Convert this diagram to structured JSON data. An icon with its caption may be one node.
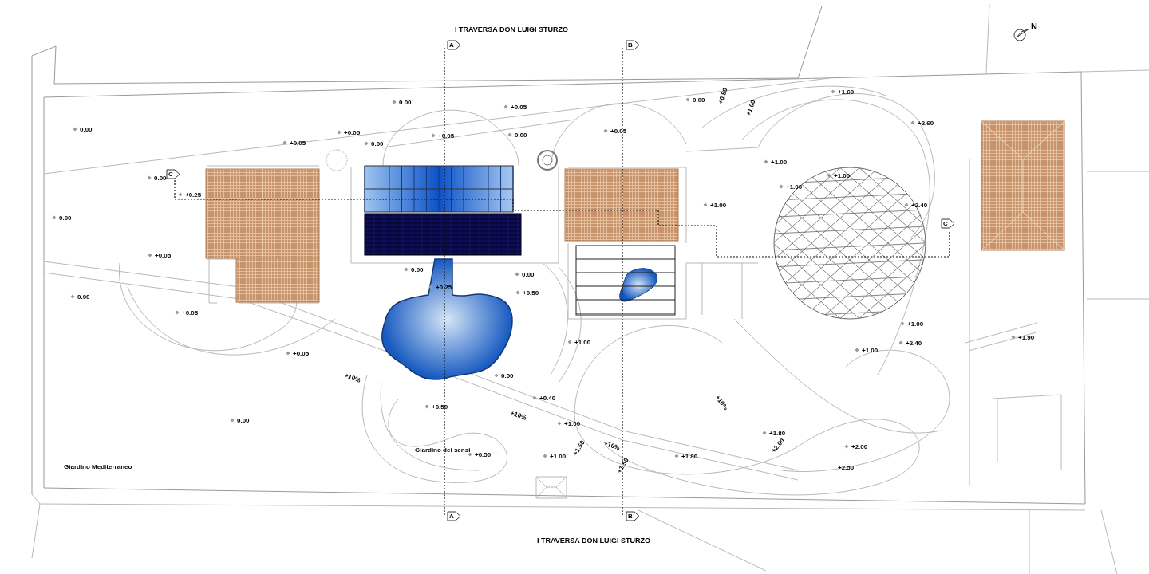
{
  "diagram": {
    "labels": [
      "I TRAVERSA DON LUIGI STURZO",
      "N",
      "A",
      "B",
      "0.00",
      "+0.05",
      "0.00",
      "+1.60",
      "+0.80",
      "+1.00",
      "0.00",
      "+0.05",
      "+0.05",
      "0.00",
      "+0.05",
      "0.00",
      "+0.05",
      "+2.60",
      "0.00",
      "C",
      "+0.25",
      "+1.00",
      "+1.00",
      "+1.00",
      "+1.00",
      "+2.40",
      "0.00",
      "C",
      "+0.05",
      "0.00",
      "0.00",
      "+0.25",
      "+0.50",
      "0.00",
      "+0.05",
      "+1.00",
      "+1.90",
      "+1.00",
      "+1.00",
      "+2.40",
      "+0.05",
      "+10%",
      "0.00",
      "+0.40",
      "+0.50",
      "+10%",
      "+1.00",
      "+10%",
      "0.00",
      "+10%",
      "+1.80",
      "+2.00",
      "+2.00",
      "+1.80",
      "Giardino dei sensi",
      "+0.50",
      "+1.00",
      "+1.50",
      "+2.50",
      "+1.50",
      "Giardino Mediterraneo",
      "A",
      "B",
      "I TRAVERSA DON LUIGI STURZO"
    ]
  }
}
